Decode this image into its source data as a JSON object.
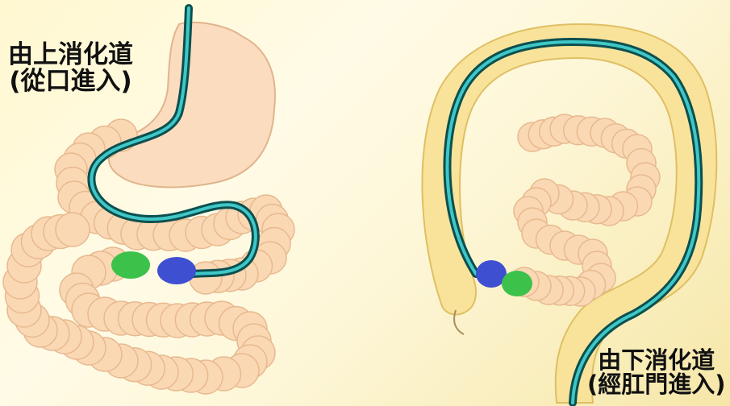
{
  "labels": {
    "upper": {
      "line1": "由上消化道",
      "line2": "(從口進入)"
    },
    "lower": {
      "line1": "由下消化道",
      "line2": "(經肛門進入)"
    }
  },
  "colors": {
    "stomach": "#fcdcbf",
    "intestine_fill": "#fbd8b4",
    "intestine_stroke": "#e7b98f",
    "colon_fill": "#f9e39a",
    "colon_stroke": "#dfbf63",
    "scope_outer": "#0c4f4f",
    "scope_inner": "#3fc7c7",
    "capsule_green": "#3cc24a",
    "capsule_blue": "#3e4fd2"
  }
}
